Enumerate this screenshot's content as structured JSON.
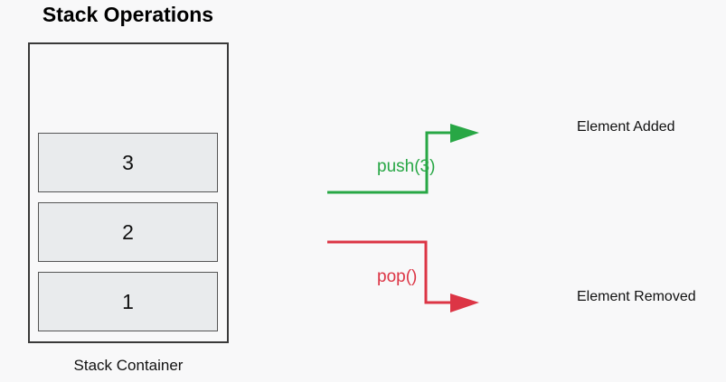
{
  "title": "Stack Operations",
  "stack": {
    "caption": "Stack Container",
    "items": [
      {
        "value": "3",
        "position": "top"
      },
      {
        "value": "2",
        "position": "middle"
      },
      {
        "value": "1",
        "position": "bottom"
      }
    ]
  },
  "operations": {
    "push": {
      "label": "push(3)",
      "result": "Element Added",
      "color": "#28a745"
    },
    "pop": {
      "label": "pop()",
      "result": "Element Removed",
      "color": "#dc3545"
    }
  },
  "colors": {
    "background": "#f8f8f9",
    "container_border": "#3a3a3a",
    "item_fill": "#e9ebed"
  }
}
